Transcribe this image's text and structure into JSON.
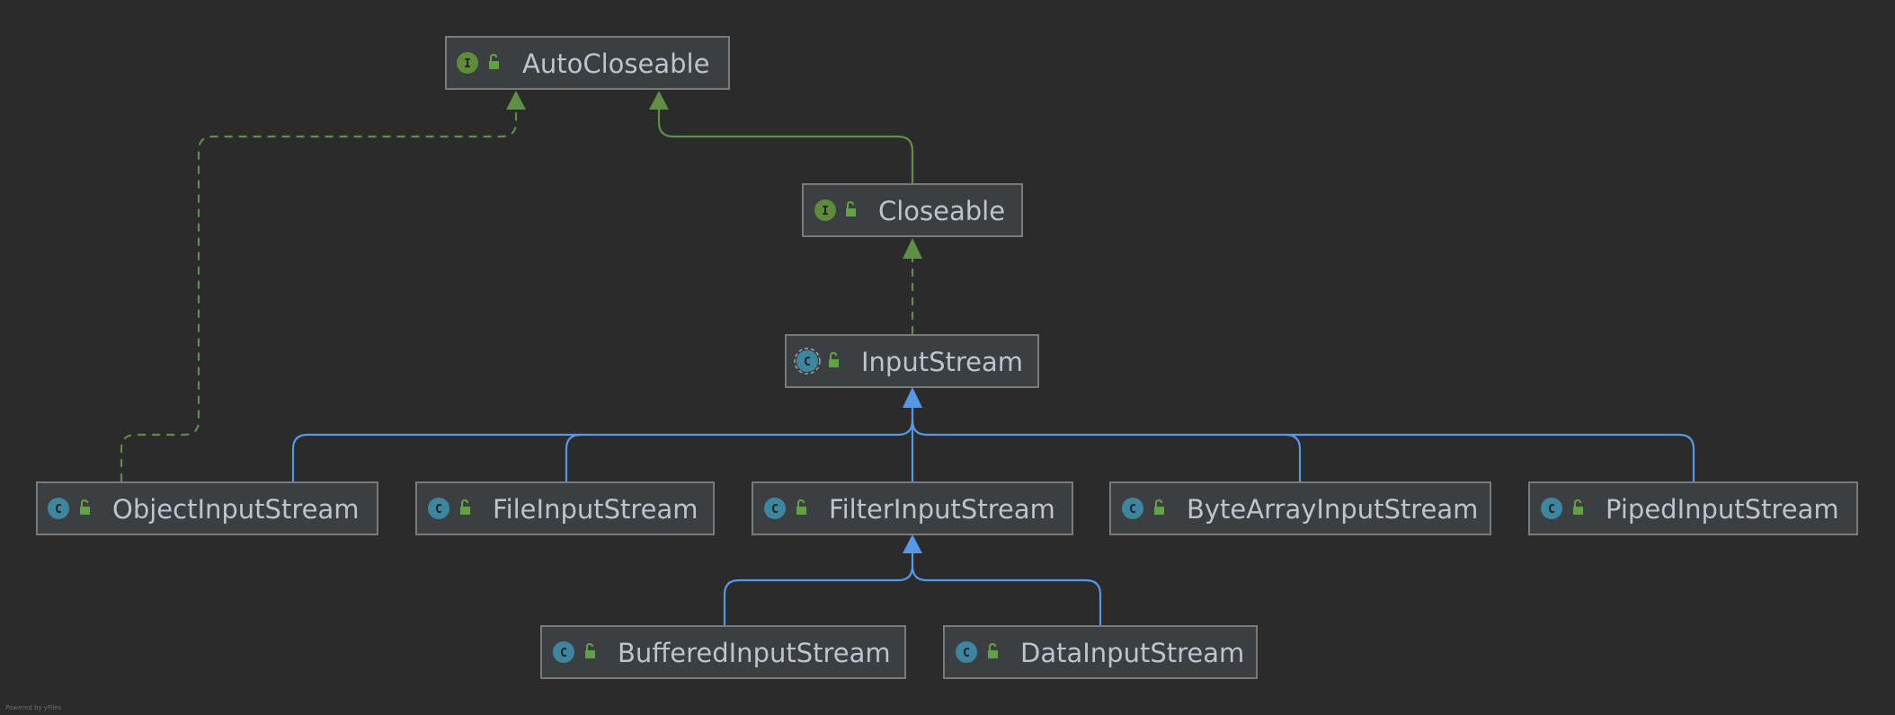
{
  "diagram": {
    "colors": {
      "background": "#2b2b2b",
      "node_fill": "#3c3f41",
      "node_border": "#7a7a7a",
      "text": "#bbc4cf",
      "interface_badge": "#5e8c3a",
      "class_badge": "#3e86a0",
      "implements_edge": "#5d8f45",
      "extends_edge": "#5798e6",
      "lock_icon": "#62a146"
    },
    "nodes": {
      "autocloseable": {
        "label": "AutoCloseable",
        "kind": "interface",
        "badge": "I",
        "icon": "unlock-icon"
      },
      "closeable": {
        "label": "Closeable",
        "kind": "interface",
        "badge": "I",
        "icon": "unlock-icon"
      },
      "inputstream": {
        "label": "InputStream",
        "kind": "abstract-class",
        "badge": "C",
        "icon": "unlock-icon"
      },
      "objectinputstream": {
        "label": "ObjectInputStream",
        "kind": "class",
        "badge": "C",
        "icon": "unlock-icon"
      },
      "fileinputstream": {
        "label": "FileInputStream",
        "kind": "class",
        "badge": "C",
        "icon": "unlock-icon"
      },
      "filterinputstream": {
        "label": "FilterInputStream",
        "kind": "class",
        "badge": "C",
        "icon": "unlock-icon"
      },
      "bytearrayinputstream": {
        "label": "ByteArrayInputStream",
        "kind": "class",
        "badge": "C",
        "icon": "unlock-icon"
      },
      "pipedinputstream": {
        "label": "PipedInputStream",
        "kind": "class",
        "badge": "C",
        "icon": "unlock-icon"
      },
      "bufferedinputstream": {
        "label": "BufferedInputStream",
        "kind": "class",
        "badge": "C",
        "icon": "unlock-icon"
      },
      "datainputstream": {
        "label": "DataInputStream",
        "kind": "class",
        "badge": "C",
        "icon": "unlock-icon"
      }
    },
    "edges": [
      {
        "from": "closeable",
        "to": "autocloseable",
        "type": "extends-interface"
      },
      {
        "from": "inputstream",
        "to": "closeable",
        "type": "implements"
      },
      {
        "from": "objectinputstream",
        "to": "autocloseable",
        "type": "implements"
      },
      {
        "from": "objectinputstream",
        "to": "inputstream",
        "type": "extends"
      },
      {
        "from": "fileinputstream",
        "to": "inputstream",
        "type": "extends"
      },
      {
        "from": "filterinputstream",
        "to": "inputstream",
        "type": "extends"
      },
      {
        "from": "bytearrayinputstream",
        "to": "inputstream",
        "type": "extends"
      },
      {
        "from": "pipedinputstream",
        "to": "inputstream",
        "type": "extends"
      },
      {
        "from": "bufferedinputstream",
        "to": "filterinputstream",
        "type": "extends"
      },
      {
        "from": "datainputstream",
        "to": "filterinputstream",
        "type": "extends"
      }
    ],
    "footer": "Powered by yFiles"
  }
}
